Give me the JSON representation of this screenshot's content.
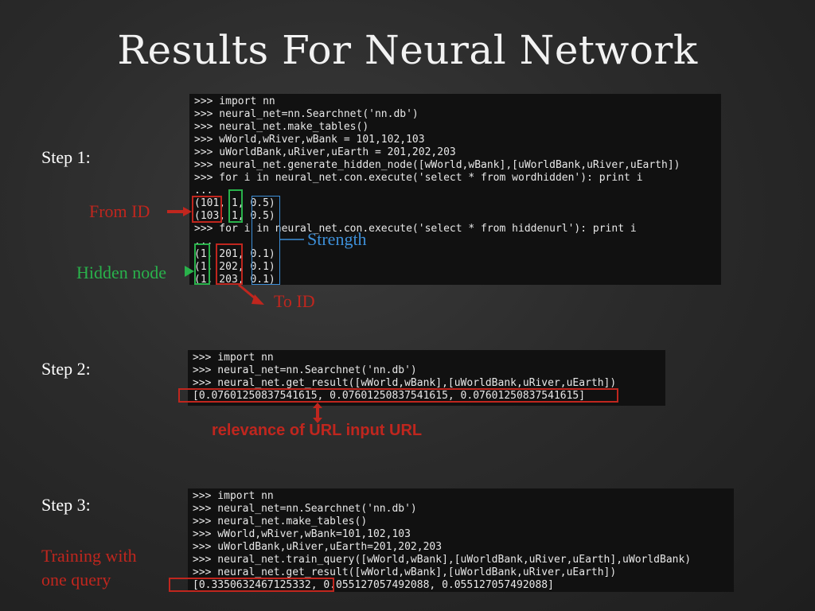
{
  "title": "Results For Neural Network",
  "steps": {
    "step1": "Step 1:",
    "step2": "Step 2:",
    "step3": "Step 3:"
  },
  "annotations": {
    "from_id": "From ID",
    "hidden_node": "Hidden node",
    "strength": "Strength",
    "to_id": "To  ID",
    "relevance": "relevance of  URL input URL",
    "training_line1": "Training with",
    "training_line2": "one query"
  },
  "terminal1": [
    ">>> import nn",
    ">>> neural_net=nn.Searchnet('nn.db')",
    ">>> neural_net.make_tables()",
    ">>> wWorld,wRiver,wBank = 101,102,103",
    ">>> uWorldBank,uRiver,uEarth = 201,202,203",
    ">>> neural_net.generate_hidden_node([wWorld,wBank],[uWorldBank,uRiver,uEarth])",
    ">>> for i in neural_net.con.execute('select * from wordhidden'): print i",
    "...",
    "(101, 1, 0.5)",
    "(103, 1, 0.5)",
    ">>> for i in neural_net.con.execute('select * from hiddenurl'): print i",
    "...",
    "(1, 201, 0.1)",
    "(1, 202, 0.1)",
    "(1, 203, 0.1)"
  ],
  "terminal2": [
    ">>> import nn",
    ">>> neural_net=nn.Searchnet('nn.db')",
    ">>> neural_net.get_result([wWorld,wBank],[uWorldBank,uRiver,uEarth])",
    "[0.07601250837541615, 0.07601250837541615, 0.07601250837541615]"
  ],
  "terminal3": [
    ">>> import nn",
    ">>> neural_net=nn.Searchnet('nn.db')",
    ">>> neural_net.make_tables()",
    ">>> wWorld,wRiver,wBank=101,102,103",
    ">>> uWorldBank,uRiver,uEarth=201,202,203",
    ">>> neural_net.train_query([wWorld,wBank],[uWorldBank,uRiver,uEarth],uWorldBank)",
    ">>> neural_net.get_result([wWorld,wBank],[uWorldBank,uRiver,uEarth])",
    "[0.3350632467125332, 0.055127057492088, 0.055127057492088]"
  ]
}
